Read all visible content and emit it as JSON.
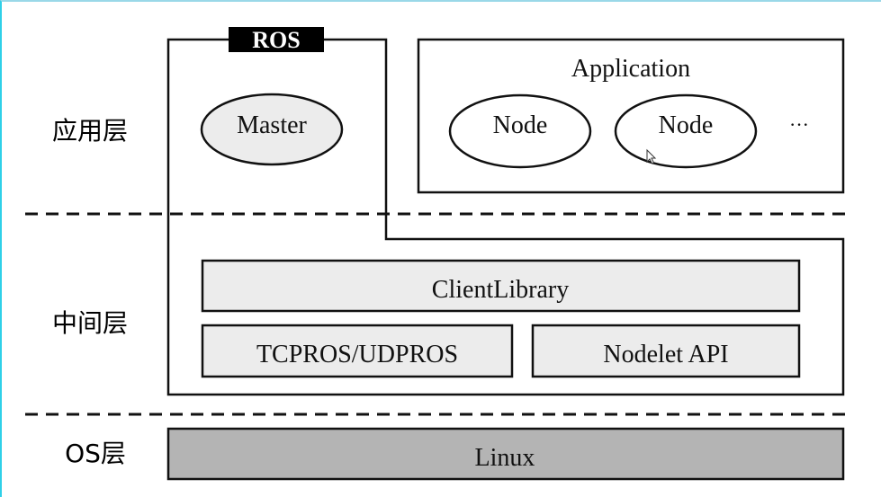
{
  "layers": {
    "application": "应用层",
    "middleware": "中间层",
    "os": "OS层"
  },
  "ros": {
    "tag": "ROS",
    "master": "Master"
  },
  "application": {
    "title": "Application",
    "nodes": [
      "Node",
      "Node"
    ],
    "ellipsis": "···"
  },
  "middleware": {
    "client_library": "ClientLibrary",
    "transport": "TCPROS/UDPROS",
    "nodelet": "Nodelet API"
  },
  "os": {
    "name": "Linux"
  },
  "colors": {
    "box_fill_light": "#ececec",
    "box_fill_dark": "#b4b4b4",
    "stroke": "#111111",
    "tag_bg": "#000000",
    "tag_text": "#ffffff"
  }
}
